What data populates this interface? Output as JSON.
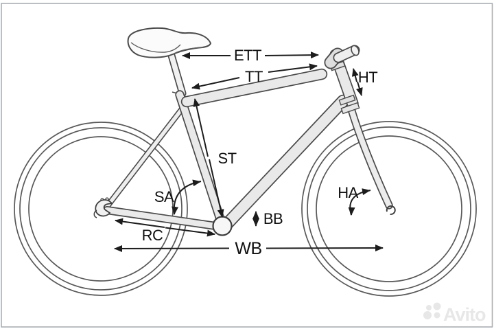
{
  "page": {
    "background": "#ffffff",
    "border_color": "#aaaeb2"
  },
  "diagram": {
    "type": "bicycle-frame-geometry",
    "labels": {
      "ett": "ETT",
      "tt": "TT",
      "ht": "HT",
      "st": "ST",
      "sa": "SA",
      "bb": "BB",
      "rc": "RC",
      "wb": "WB",
      "ha": "HA"
    },
    "colors": {
      "arrow_line": "#1c1c1c",
      "tube_outline": "#4a4a4a",
      "tube_fill": "#e9e9e9",
      "wheel_outline": "#585858",
      "label_text": "#101010"
    }
  },
  "watermark": {
    "text": "Avito",
    "color": "#e7e7e7"
  }
}
